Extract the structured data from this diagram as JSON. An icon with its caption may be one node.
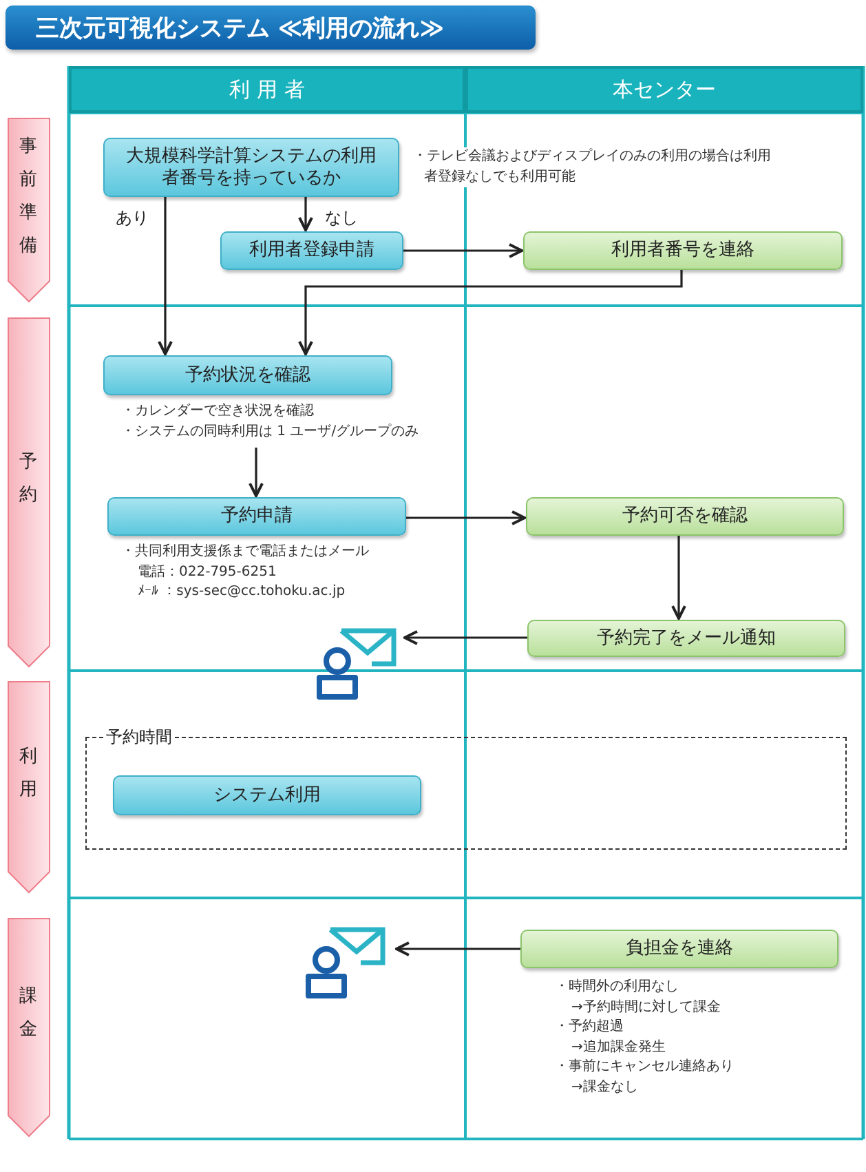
{
  "diagram": {
    "title": "三次元可視化システム ≪利用の流れ≫",
    "nodes": [
      {
        "text": [
          "利 用 者"
        ]
      },
      {
        "text": [
          "本センター"
        ]
      },
      {
        "text": [
          "事前準備"
        ]
      },
      {
        "text": [
          "大規模科学計算システムの利用者番号を持っているか"
        ],
        "beside": [
          "・テレビ会議およびディスプレイのみの利用の場合は利用者登録なしでも利用可能"
        ]
      },
      {
        "text": [
          "利用者登録申請"
        ]
      },
      {
        "text": [
          "利用者番号を連絡"
        ]
      },
      {
        "text": [
          "予約"
        ]
      },
      {
        "text": [
          "予約状況を確認"
        ],
        "beside": [
          "・カレンダーで空き状況を確認",
          "・システムの同時利用は 1 ユーザ/グループのみ"
        ]
      },
      {
        "text": [
          "予約申請"
        ],
        "beside": [
          "・共同利用支援係まで電話またはメール",
          "電話：022-795-6251",
          "ﾒｰﾙ ：sys-sec@cc.tohoku.ac.jp"
        ]
      },
      {
        "text": [
          "予約可否を確認"
        ]
      },
      {
        "text": [
          "予約完了をメール通知"
        ]
      },
      {
        "text": [],
        "shape": "person"
      },
      {
        "text": [
          "利用"
        ]
      },
      {
        "text": [
          "予約時間"
        ]
      },
      {
        "text": [
          "システム利用"
        ],
        "in": 13
      },
      {
        "text": [
          "課金"
        ]
      },
      {
        "text": [
          "負担金を連絡"
        ],
        "beside": [
          "・時間外の利用なし",
          "→予約時間に対して課金",
          "・予約超過",
          "→追加課金発生",
          "・事前にキャンセル連絡あり",
          "→課金なし"
        ]
      },
      {
        "text": [],
        "shape": "person"
      }
    ],
    "edges": [
      {
        "from": 3,
        "to": 7,
        "arrow": "to",
        "label": "あり"
      },
      {
        "from": 3,
        "to": 4,
        "arrow": "to",
        "label": "なし"
      },
      {
        "from": 4,
        "to": 5,
        "arrow": "to"
      },
      {
        "from": 5,
        "to": 7,
        "arrow": "to"
      },
      {
        "from": 7,
        "to": 8,
        "arrow": "to"
      },
      {
        "from": 8,
        "to": 9,
        "arrow": "to"
      },
      {
        "from": 9,
        "to": 10,
        "arrow": "to"
      },
      {
        "from": 10,
        "to": 11,
        "arrow": "to"
      },
      {
        "from": 16,
        "to": 17,
        "arrow": "to"
      }
    ]
  }
}
